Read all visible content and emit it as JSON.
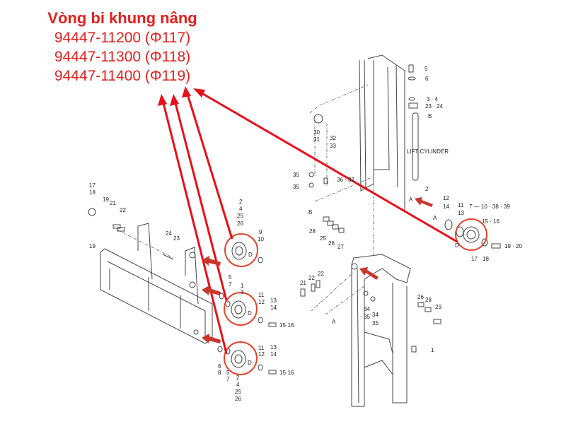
{
  "title": {
    "heading": "Vòng bi khung nâng",
    "part_numbers": [
      "94447-11200 (Φ117)",
      "94447-11300 (Φ118)",
      "94447-11400 (Φ119)"
    ]
  },
  "colors": {
    "callout_red": "#e8101a",
    "ring_red": "#e2462e",
    "title_red": "#e3201e",
    "arrow_red": "#c8372a"
  },
  "mast_labels": {
    "l5": "5",
    "l6": "6",
    "l34": "3 · 4",
    "l2324": "23 · 24",
    "lB1": "B",
    "l30": "30",
    "l31": "31",
    "l32": "32",
    "l33": "33",
    "lift": "LIFT CYLINDER",
    "l35a": "35",
    "l35b": "35",
    "l3637": "36 · 37",
    "l2": "2",
    "lA1": "A",
    "l12": "12",
    "l14": "14",
    "l11": "11",
    "l13": "13",
    "l7": "7 — 10 · 38 · 39",
    "l1516": "15 · 16",
    "lA2": "A",
    "l1920": "19 · 20",
    "l1718": "17 · 18",
    "lD": "D",
    "lB2": "B",
    "l28": "28",
    "l25": "25",
    "l26": "26",
    "l27": "27",
    "l21": "21",
    "l22a": "22",
    "l22b": "22",
    "l34a": "34",
    "l35c": "35",
    "l34b": "34",
    "l35d": "35",
    "lA3": "A",
    "l26b": "26",
    "l28b": "28",
    "l29": "29",
    "l1": "1"
  },
  "carriage_labels": {
    "l17": "17",
    "l18": "18",
    "l19a": "19",
    "l21": "21",
    "l22": "22",
    "l19b": "19",
    "l24": "24",
    "l23": "23",
    "b1_2": "2",
    "b1_4": "4",
    "b1_25": "25",
    "b1_26": "26",
    "l9": "9",
    "l10": "10",
    "b1_D": "D",
    "l5": "5",
    "l7": "7",
    "b2_1": "1",
    "b2_3": "3",
    "b2_D": "D",
    "b2_11": "11",
    "b2_12": "12",
    "b2_13": "13",
    "b2_14": "14",
    "b2_1516": "15·16",
    "b3_11": "11",
    "b3_12": "12",
    "b3_13": "13",
    "b3_14": "14",
    "b3_1516": "15·16",
    "b3_D": "D",
    "l6": "6",
    "l8": "8",
    "l5b": "5",
    "l7b": "7",
    "b3_2": "2",
    "b3_4": "4",
    "b3_25": "25",
    "b3_26": "26"
  }
}
